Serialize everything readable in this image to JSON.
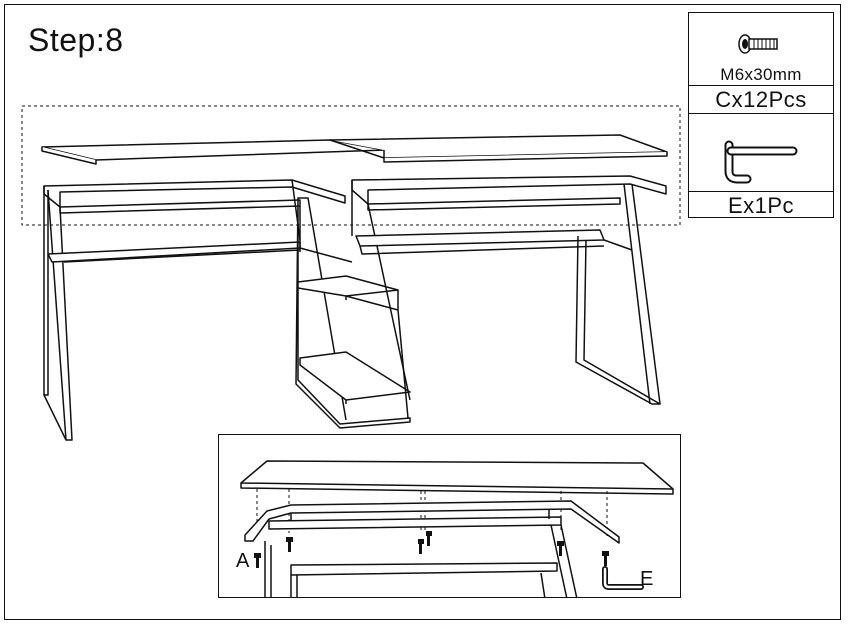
{
  "step": {
    "title": "Step:8"
  },
  "parts": {
    "screw": {
      "icon": "screw-icon",
      "size": "M6x30mm",
      "quantity": "Cx12Pcs"
    },
    "wrench": {
      "icon": "allen-key-icon",
      "quantity": "Ex1Pc"
    }
  },
  "detail": {
    "label_a": "A",
    "label_e": "E"
  },
  "colors": {
    "line": "#111111",
    "background": "#ffffff"
  }
}
